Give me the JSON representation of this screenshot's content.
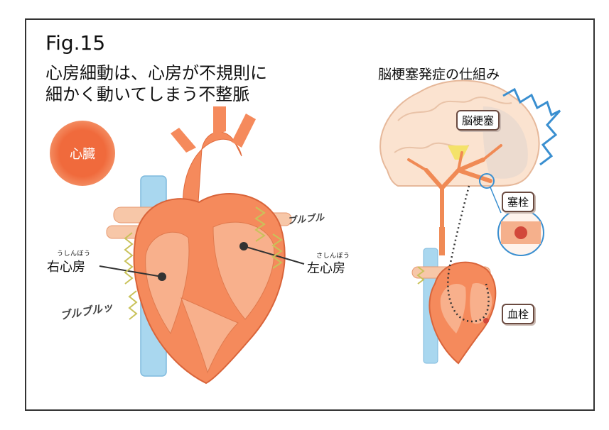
{
  "figure": {
    "label": "Fig.15",
    "caption_line1": "心房細動は、心房が不規則に",
    "caption_line2": "細かく動いてしまう不整脈",
    "right_title": "脳梗塞発症の仕組み"
  },
  "heart": {
    "badge": "心臓",
    "right_atrium": "右心房",
    "right_atrium_ruby": "うしんぼう",
    "left_atrium": "左心房",
    "left_atrium_ruby": "さしんぼう",
    "sound1": "ブルブル",
    "sound2": "ブルブルッ"
  },
  "brain": {
    "infarction": "脳梗塞",
    "embolus": "塞栓",
    "thrombus": "血栓"
  },
  "colors": {
    "heart": "#f58a5c",
    "heart_inner": "#f8b08c",
    "vessel": "#a9d7ef",
    "brain": "#fbe3d0",
    "artery": "#f08a55",
    "tremor": "#c9c25a",
    "shock": "#3a8fd0",
    "badge": "#f06a3c"
  }
}
